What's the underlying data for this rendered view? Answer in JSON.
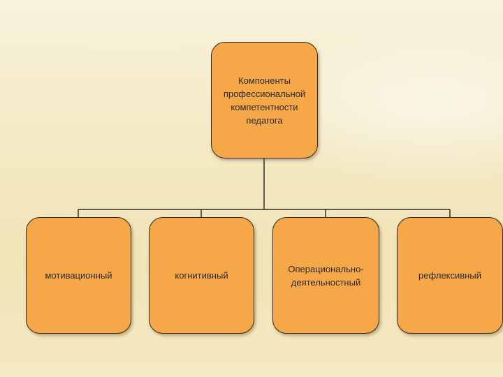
{
  "diagram": {
    "root": {
      "label": "Компоненты\nпрофессиональной\nкомпетентности\nпедагога"
    },
    "children": [
      {
        "label": "мотивационный"
      },
      {
        "label": "когнитивный"
      },
      {
        "label": "Операционально-\nдеятельностный"
      },
      {
        "label": "рефлексивный"
      }
    ]
  },
  "colors": {
    "node_fill": "#f6a748",
    "node_border": "#2e2a22",
    "connector": "#2a2a2a"
  }
}
